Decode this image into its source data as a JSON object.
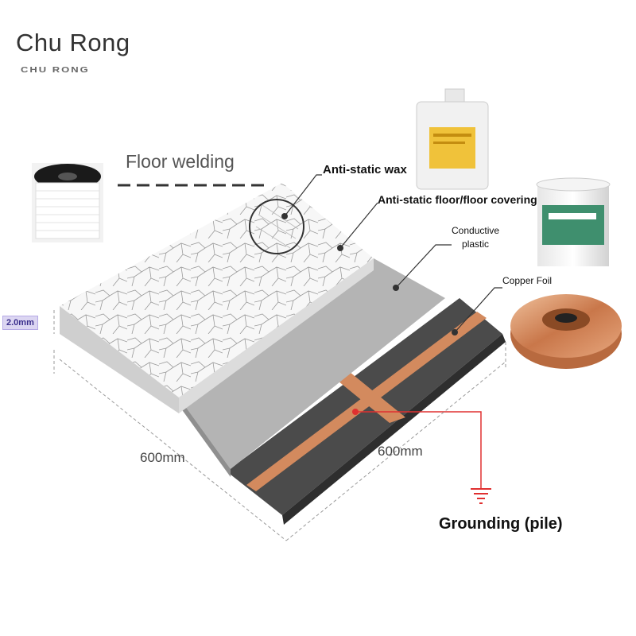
{
  "brand": {
    "name": "Chu Rong",
    "sub": "CHU RONG"
  },
  "labels": {
    "floor_welding": "Floor welding",
    "anti_static_wax": "Anti-static wax",
    "anti_static_floor": "Anti-static floor/floor covering",
    "conductive_line1": "Conductive",
    "conductive_line2": "plastic",
    "copper_foil": "Copper Foil",
    "grounding": "Grounding (pile)"
  },
  "dimensions": {
    "thickness": "2.0mm",
    "width_a": "600mm",
    "width_b": "600mm"
  },
  "colors": {
    "copper": "#d38a5e",
    "base_dark": "#4a4a4a",
    "conductive_gray": "#a9a9a9",
    "floor_white": "#f4f4f4",
    "ground_red": "#e03030"
  }
}
